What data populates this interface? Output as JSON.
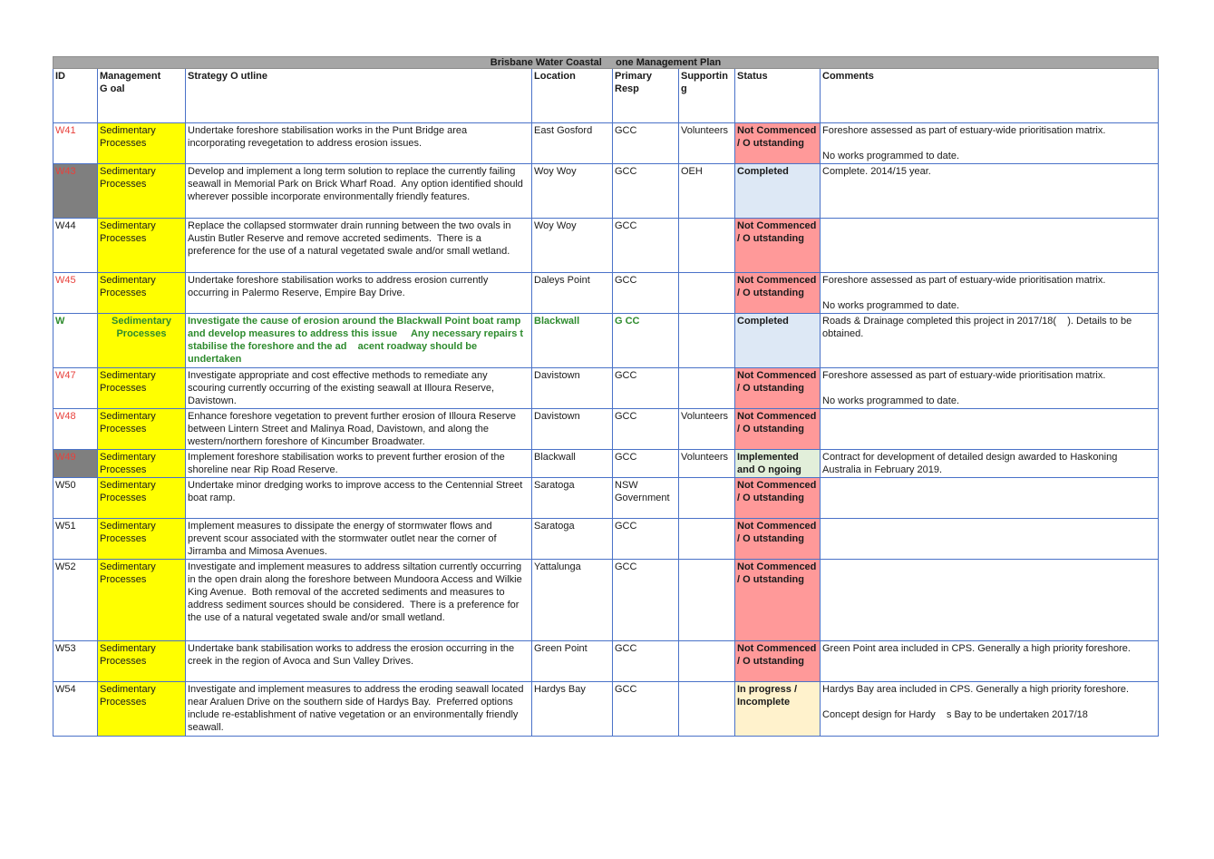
{
  "title": "Brisbane Water Coastal     one Management Plan",
  "columns": [
    "ID",
    "Management\nG oal",
    "Strategy O utline",
    "Location",
    "Primary\nResp",
    "Supportin\ng",
    "Status",
    "Comments"
  ],
  "rows": [
    {
      "id": "W41",
      "goal": "Sedimentary\nProcesses",
      "strategy": "Undertake foreshore stabilisation works in the Punt Bridge area\nincorporating revegetation to address erosion issues.",
      "location": "East Gosford",
      "primary": "GCC",
      "supporting": "Volunteers",
      "status": "Not Commenced\n/ O utstanding",
      "comments": "Foreshore assessed as part of estuary-wide prioritisation matrix.\n\nNo works programmed to date."
    },
    {
      "id": "W43",
      "goal": "Sedimentary\nProcesses",
      "strategy": "Develop and implement a long term solution to replace the currently failing\nseawall in Memorial Park on Brick Wharf Road.  Any option identified should\nwherever possible incorporate environmentally friendly features.",
      "location": "Woy Woy",
      "primary": "GCC",
      "supporting": "OEH",
      "status": "Completed",
      "comments": "Complete. 2014/15 year."
    },
    {
      "id": "W44",
      "goal": "Sedimentary\nProcesses",
      "strategy": "Replace the collapsed stormwater drain running between the two ovals in\nAustin Butler Reserve and remove accreted sediments.  There is a\npreference for the use of a natural vegetated swale and/or small wetland.",
      "location": "Woy Woy",
      "primary": "GCC",
      "supporting": "",
      "status": "Not Commenced\n/ O utstanding",
      "comments": ""
    },
    {
      "id": "W45",
      "goal": "Sedimentary\nProcesses",
      "strategy": "Undertake foreshore stabilisation works to address erosion currently\noccurring in Palermo Reserve, Empire Bay Drive.",
      "location": "Daleys Point",
      "primary": "GCC",
      "supporting": "",
      "status": "Not Commenced\n/ O utstanding",
      "comments": "Foreshore assessed as part of estuary-wide prioritisation matrix.\n\nNo works programmed to date."
    },
    {
      "id": "W",
      "goal": "Sedimentary\nProcesses",
      "strategy": "Investigate the cause of erosion around the Blackwall Point boat ramp\nand develop measures to address this issue     Any necessary repairs t\nstabilise the foreshore and the ad    acent roadway should be\nundertaken",
      "location": "Blackwall",
      "primary": "G CC",
      "supporting": "",
      "status": "Completed",
      "comments": "Roads & Drainage completed this project in 2017/18(    ). Details to be\nobtained."
    },
    {
      "id": "W47",
      "goal": "Sedimentary\nProcesses",
      "strategy": "Investigate appropriate and cost effective methods to remediate any\nscouring currently occurring of the existing seawall at Illoura Reserve,\nDavistown.",
      "location": "Davistown",
      "primary": "GCC",
      "supporting": "",
      "status": "Not Commenced\n/ O utstanding",
      "comments": "Foreshore assessed as part of estuary-wide prioritisation matrix.\n\nNo works programmed to date."
    },
    {
      "id": "W48",
      "goal": "Sedimentary\nProcesses",
      "strategy": "Enhance foreshore vegetation to prevent further erosion of Illoura Reserve\nbetween Lintern Street and Malinya Road, Davistown, and along the\nwestern/northern foreshore of Kincumber Broadwater.",
      "location": "Davistown",
      "primary": "GCC",
      "supporting": "Volunteers",
      "status": "Not Commenced\n/ O utstanding",
      "comments": ""
    },
    {
      "id": "W49",
      "goal": "Sedimentary\nProcesses",
      "strategy": "Implement foreshore stabilisation works to prevent further erosion of the\nshoreline near Rip Road Reserve.",
      "location": "Blackwall",
      "primary": "GCC",
      "supporting": "Volunteers",
      "status": "Implemented\nand O ngoing",
      "comments": "Contract for development of detailed design awarded to Haskoning\nAustralia in February 2019."
    },
    {
      "id": "W50",
      "goal": "Sedimentary\nProcesses",
      "strategy": "Undertake minor dredging works to improve access to the Centennial Street\nboat ramp.",
      "location": "Saratoga",
      "primary": "NSW\nGovernment",
      "supporting": "",
      "status": "Not Commenced\n/ O utstanding",
      "comments": ""
    },
    {
      "id": "W51",
      "goal": "Sedimentary\nProcesses",
      "strategy": "Implement measures to dissipate the energy of stormwater flows and\nprevent scour associated with the stormwater outlet near the corner of\nJirramba and Mimosa Avenues.",
      "location": "Saratoga",
      "primary": "GCC",
      "supporting": "",
      "status": "Not Commenced\n/ O utstanding",
      "comments": ""
    },
    {
      "id": "W52",
      "goal": "Sedimentary\nProcesses",
      "strategy": "Investigate and implement measures to address siltation currently occurring\nin the open drain along the foreshore between Mundoora Access and Wilkie\nKing Avenue.  Both removal of the accreted sediments and measures to\naddress sediment sources should be considered.  There is a preference for\nthe use of a natural vegetated swale and/or small wetland.",
      "location": "Yattalunga",
      "primary": "GCC",
      "supporting": "",
      "status": "Not Commenced\n/ O utstanding",
      "comments": ""
    },
    {
      "id": "W53",
      "goal": "Sedimentary\nProcesses",
      "strategy": "Undertake bank stabilisation works to address the erosion occurring in the\ncreek in the region of Avoca and Sun Valley Drives.",
      "location": "Green Point",
      "primary": "GCC",
      "supporting": "",
      "status": "Not Commenced\n/ O utstanding",
      "comments": "Green Point area included in CPS. Generally a high priority foreshore."
    },
    {
      "id": "W54",
      "goal": "Sedimentary\nProcesses",
      "strategy": "Investigate and implement measures to address the eroding seawall located\nnear Araluen Drive on the southern side of Hardys Bay.  Preferred options\ninclude re-establishment of native vegetation or an environmentally friendly\nseawall.",
      "location": "Hardys Bay",
      "primary": "GCC",
      "supporting": "",
      "status": "In progress /\nIncomplete",
      "comments": "Hardys Bay area included in CPS. Generally a high priority foreshore.\n\nConcept design for Hardy    s Bay to be undertaken 2017/18"
    }
  ],
  "colors": {
    "goal": "#ffff00",
    "not_commenced": "#ff9999",
    "completed": "#dde8f5",
    "implemented": "#e2efda",
    "in_progress": "#fff2cc",
    "id_red": "#e8413c",
    "green_text": "#2e8b2e",
    "border": "#4a72c8"
  }
}
